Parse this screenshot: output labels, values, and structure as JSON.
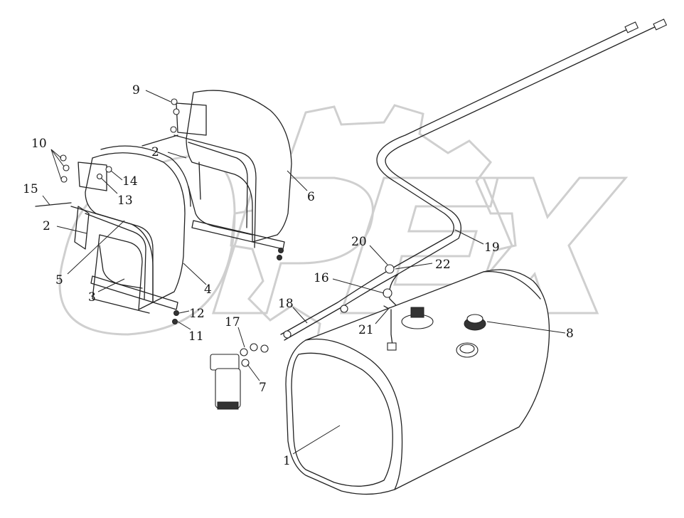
{
  "watermark": {
    "text": "OPEX"
  },
  "callouts": [
    {
      "id": "c1",
      "label": "1"
    },
    {
      "id": "c2a",
      "label": "2"
    },
    {
      "id": "c2b",
      "label": "2"
    },
    {
      "id": "c3",
      "label": "3"
    },
    {
      "id": "c4",
      "label": "4"
    },
    {
      "id": "c5",
      "label": "5"
    },
    {
      "id": "c6",
      "label": "6"
    },
    {
      "id": "c7",
      "label": "7"
    },
    {
      "id": "c8",
      "label": "8"
    },
    {
      "id": "c9",
      "label": "9"
    },
    {
      "id": "c10",
      "label": "10"
    },
    {
      "id": "c11",
      "label": "11"
    },
    {
      "id": "c12",
      "label": "12"
    },
    {
      "id": "c13",
      "label": "13"
    },
    {
      "id": "c14",
      "label": "14"
    },
    {
      "id": "c15",
      "label": "15"
    },
    {
      "id": "c16",
      "label": "16"
    },
    {
      "id": "c17",
      "label": "17"
    },
    {
      "id": "c18",
      "label": "18"
    },
    {
      "id": "c19",
      "label": "19"
    },
    {
      "id": "c20",
      "label": "20"
    },
    {
      "id": "c21",
      "label": "21"
    },
    {
      "id": "c22",
      "label": "22"
    }
  ]
}
